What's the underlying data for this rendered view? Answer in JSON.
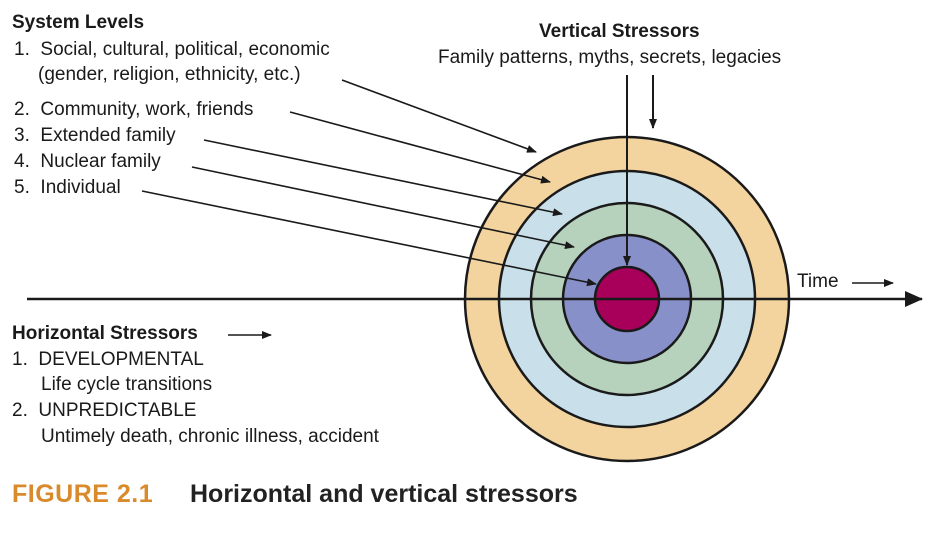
{
  "system_levels": {
    "heading": "System Levels",
    "items": [
      {
        "number": "1.",
        "label": "Social, cultural, political, economic",
        "sublabel": "(gender, religion, ethnicity, etc.)"
      },
      {
        "number": "2.",
        "label": "Community, work, friends"
      },
      {
        "number": "3.",
        "label": "Extended family"
      },
      {
        "number": "4.",
        "label": "Nuclear family"
      },
      {
        "number": "5.",
        "label": "Individual"
      }
    ]
  },
  "vertical_stressors": {
    "heading": "Vertical Stressors",
    "description": "Family patterns, myths, secrets, legacies"
  },
  "horizontal_stressors": {
    "heading": "Horizontal Stressors",
    "items": [
      {
        "number": "1.",
        "label": "DEVELOPMENTAL",
        "sublabel": "Life cycle transitions"
      },
      {
        "number": "2.",
        "label": "UNPREDICTABLE",
        "sublabel": "Untimely death, chronic illness, accident"
      }
    ]
  },
  "time_label": "Time",
  "figure": {
    "number": "FIGURE 2.1",
    "title": "Horizontal and vertical stressors"
  },
  "colors": {
    "ring_1": "#f3d39e",
    "ring_2": "#c9e0ea",
    "ring_3": "#b6d2bc",
    "ring_4": "#8790c8",
    "core": "#a8005a",
    "caption_accent": "#d98a2b"
  }
}
